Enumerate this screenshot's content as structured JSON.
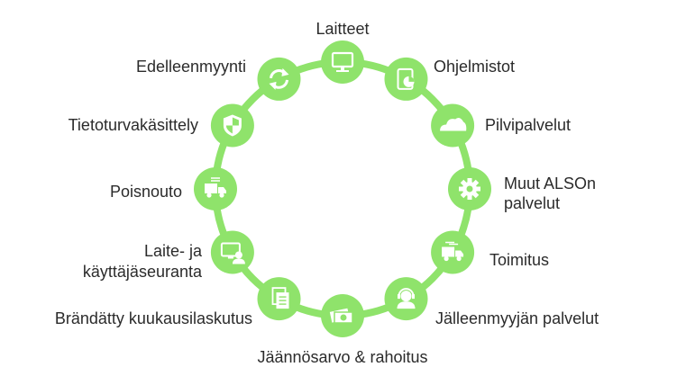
{
  "ring_color": "#8fe36b",
  "node_color": "#8fe36b",
  "icon_color": "#ffffff",
  "text_color": "#2b2b2b",
  "nodes": [
    {
      "id": "laitteet",
      "label": "Laitteet",
      "icon": "monitor-icon"
    },
    {
      "id": "ohjelmistot",
      "label": "Ohjelmistot",
      "icon": "tablet-chart-icon"
    },
    {
      "id": "pilvipalvelut",
      "label": "Pilvipalvelut",
      "icon": "cloud-icon"
    },
    {
      "id": "muut-alson",
      "label": "Muut ALSOn\npalvelut",
      "icon": "gear-icon"
    },
    {
      "id": "toimitus",
      "label": "Toimitus",
      "icon": "delivery-truck-icon"
    },
    {
      "id": "jalleenmyyjan-palvelut",
      "label": "Jälleenmyyjän palvelut",
      "icon": "support-agent-icon"
    },
    {
      "id": "jaannosarvo",
      "label": "Jäännösarvo & rahoitus",
      "icon": "money-icon"
    },
    {
      "id": "brandatty",
      "label": "Brändätty kuukausilaskutus",
      "icon": "documents-icon"
    },
    {
      "id": "laite-seuranta",
      "label": "Laite- ja\nkäyttäjäseuranta",
      "icon": "monitor-user-icon"
    },
    {
      "id": "poisnouto",
      "label": "Poisnouto",
      "icon": "pickup-truck-icon"
    },
    {
      "id": "tietoturva",
      "label": "Tietoturvakäsittely",
      "icon": "shield-icon"
    },
    {
      "id": "edelleenmyynti",
      "label": "Edelleenmyynti",
      "icon": "refresh-icon"
    }
  ]
}
